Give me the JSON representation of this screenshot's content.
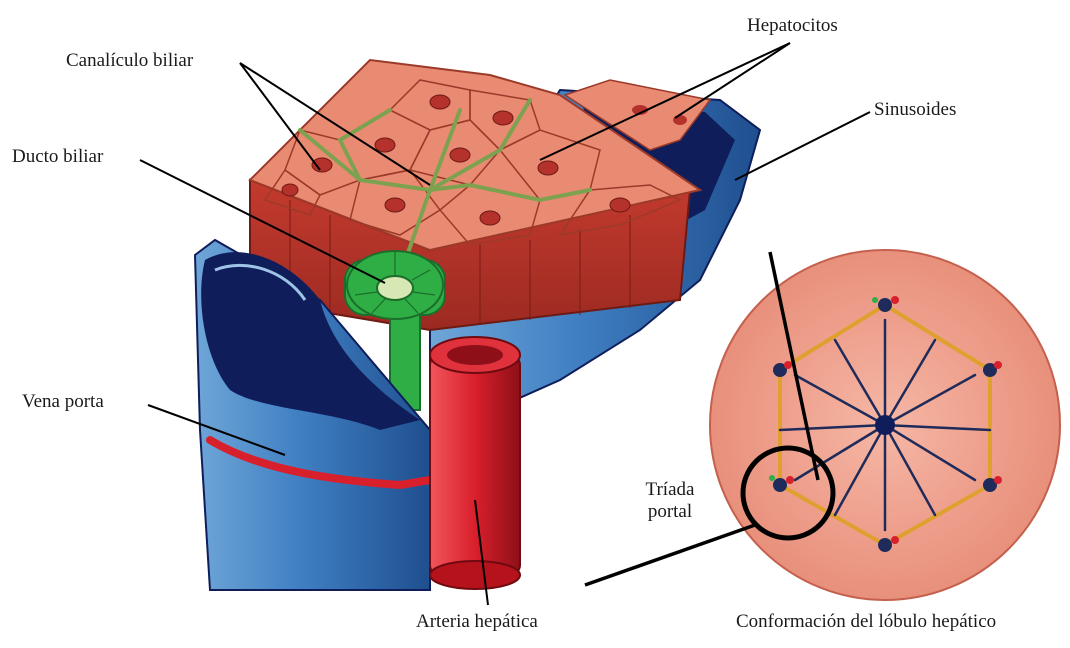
{
  "labels": {
    "canaliculo": "Canalículo biliar",
    "ducto": "Ducto biliar",
    "hepatocitos": "Hepatocitos",
    "sinusoides": "Sinusoides",
    "vena": "Vena porta",
    "triada_line1": "Tríada",
    "triada_line2": "portal",
    "arteria": "Arteria hepática",
    "lobulo": "Conformación del lóbulo hepático"
  },
  "colors": {
    "hepatocyte": "#e98a73",
    "hepatocyte_border": "#9c3a2a",
    "nucleus": "#b5312b",
    "cell_side": "#b8322a",
    "canaliculus": "#7da24f",
    "bile_duct": "#2fae46",
    "vein": "#3f7fc2",
    "vein_dark": "#0f1e5a",
    "artery": "#d8202c",
    "lobule": "#f0a391"
  }
}
